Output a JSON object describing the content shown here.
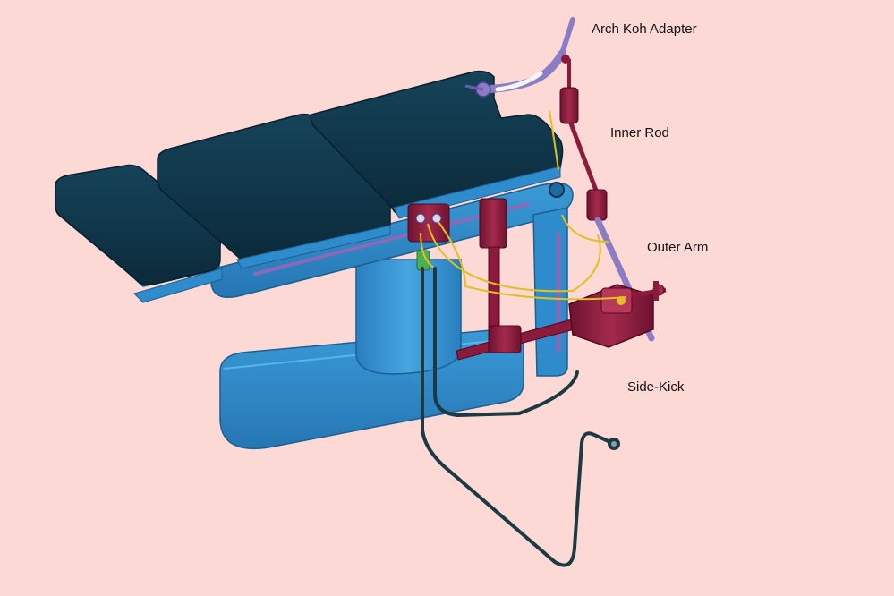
{
  "labels": {
    "arch_koh_adapter": "Arch Koh Adapter",
    "inner_rod": "Inner Rod",
    "outer_arm": "Outer Arm",
    "side_kick": "Side-Kick"
  },
  "colors": {
    "background": "#fdd9d6",
    "table_pad": "#0f3346",
    "table_frame": "#2f8ccc",
    "table_base": "#2f8ccc",
    "rail_accent": "#8a6ab8",
    "clamp": "#8c1a3c",
    "arch_adapter": "#8b7dc4",
    "cable_dark": "#1c3a44",
    "cable_yellow": "#e0c020"
  }
}
